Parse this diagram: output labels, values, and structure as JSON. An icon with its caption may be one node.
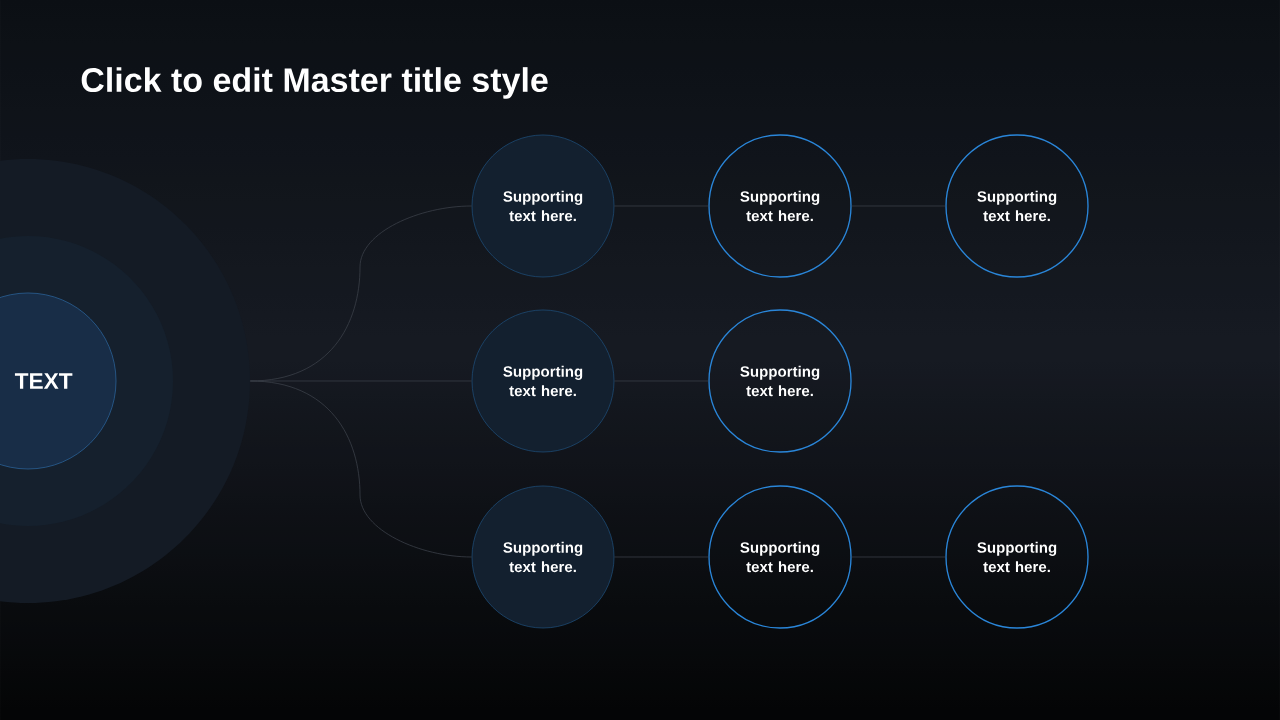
{
  "diagram": {
    "title": "Click to edit Master title style",
    "nodes": [
      {
        "text": [
          "TEXT"
        ]
      },
      {
        "text": [
          "Supporting text here."
        ]
      },
      {
        "text": [
          "Supporting text here."
        ]
      },
      {
        "text": [
          "Supporting text here."
        ]
      },
      {
        "text": [
          "Supporting text here."
        ]
      },
      {
        "text": [
          "Supporting text here."
        ]
      },
      {
        "text": [
          "Supporting text here."
        ]
      },
      {
        "text": [
          "Supporting text here."
        ]
      },
      {
        "text": [
          "Supporting text here."
        ]
      }
    ],
    "edges": [
      {
        "from": 0,
        "to": 1,
        "arrow": "none"
      },
      {
        "from": 1,
        "to": 2,
        "arrow": "none"
      },
      {
        "from": 2,
        "to": 3,
        "arrow": "none"
      },
      {
        "from": 0,
        "to": 4,
        "arrow": "none"
      },
      {
        "from": 4,
        "to": 5,
        "arrow": "none"
      },
      {
        "from": 0,
        "to": 6,
        "arrow": "none"
      },
      {
        "from": 6,
        "to": 7,
        "arrow": "none"
      },
      {
        "from": 7,
        "to": 8,
        "arrow": "none"
      }
    ]
  }
}
